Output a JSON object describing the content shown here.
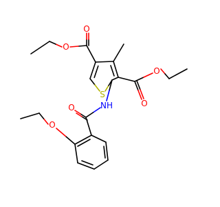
{
  "colors": {
    "bond": "#000000",
    "oxygen": "#ff0000",
    "sulfur": "#b3b300",
    "nitrogen": "#0000ff",
    "background": "#ffffff"
  },
  "labels": {
    "o_ester1_carbonyl": "O",
    "o_ester1_ether": "O",
    "o_ester2_carbonyl": "O",
    "o_ester2_ether": "O",
    "o_amide": "O",
    "o_aryl_ether": "O",
    "s_ring": "S",
    "nh_amide": "NH"
  }
}
